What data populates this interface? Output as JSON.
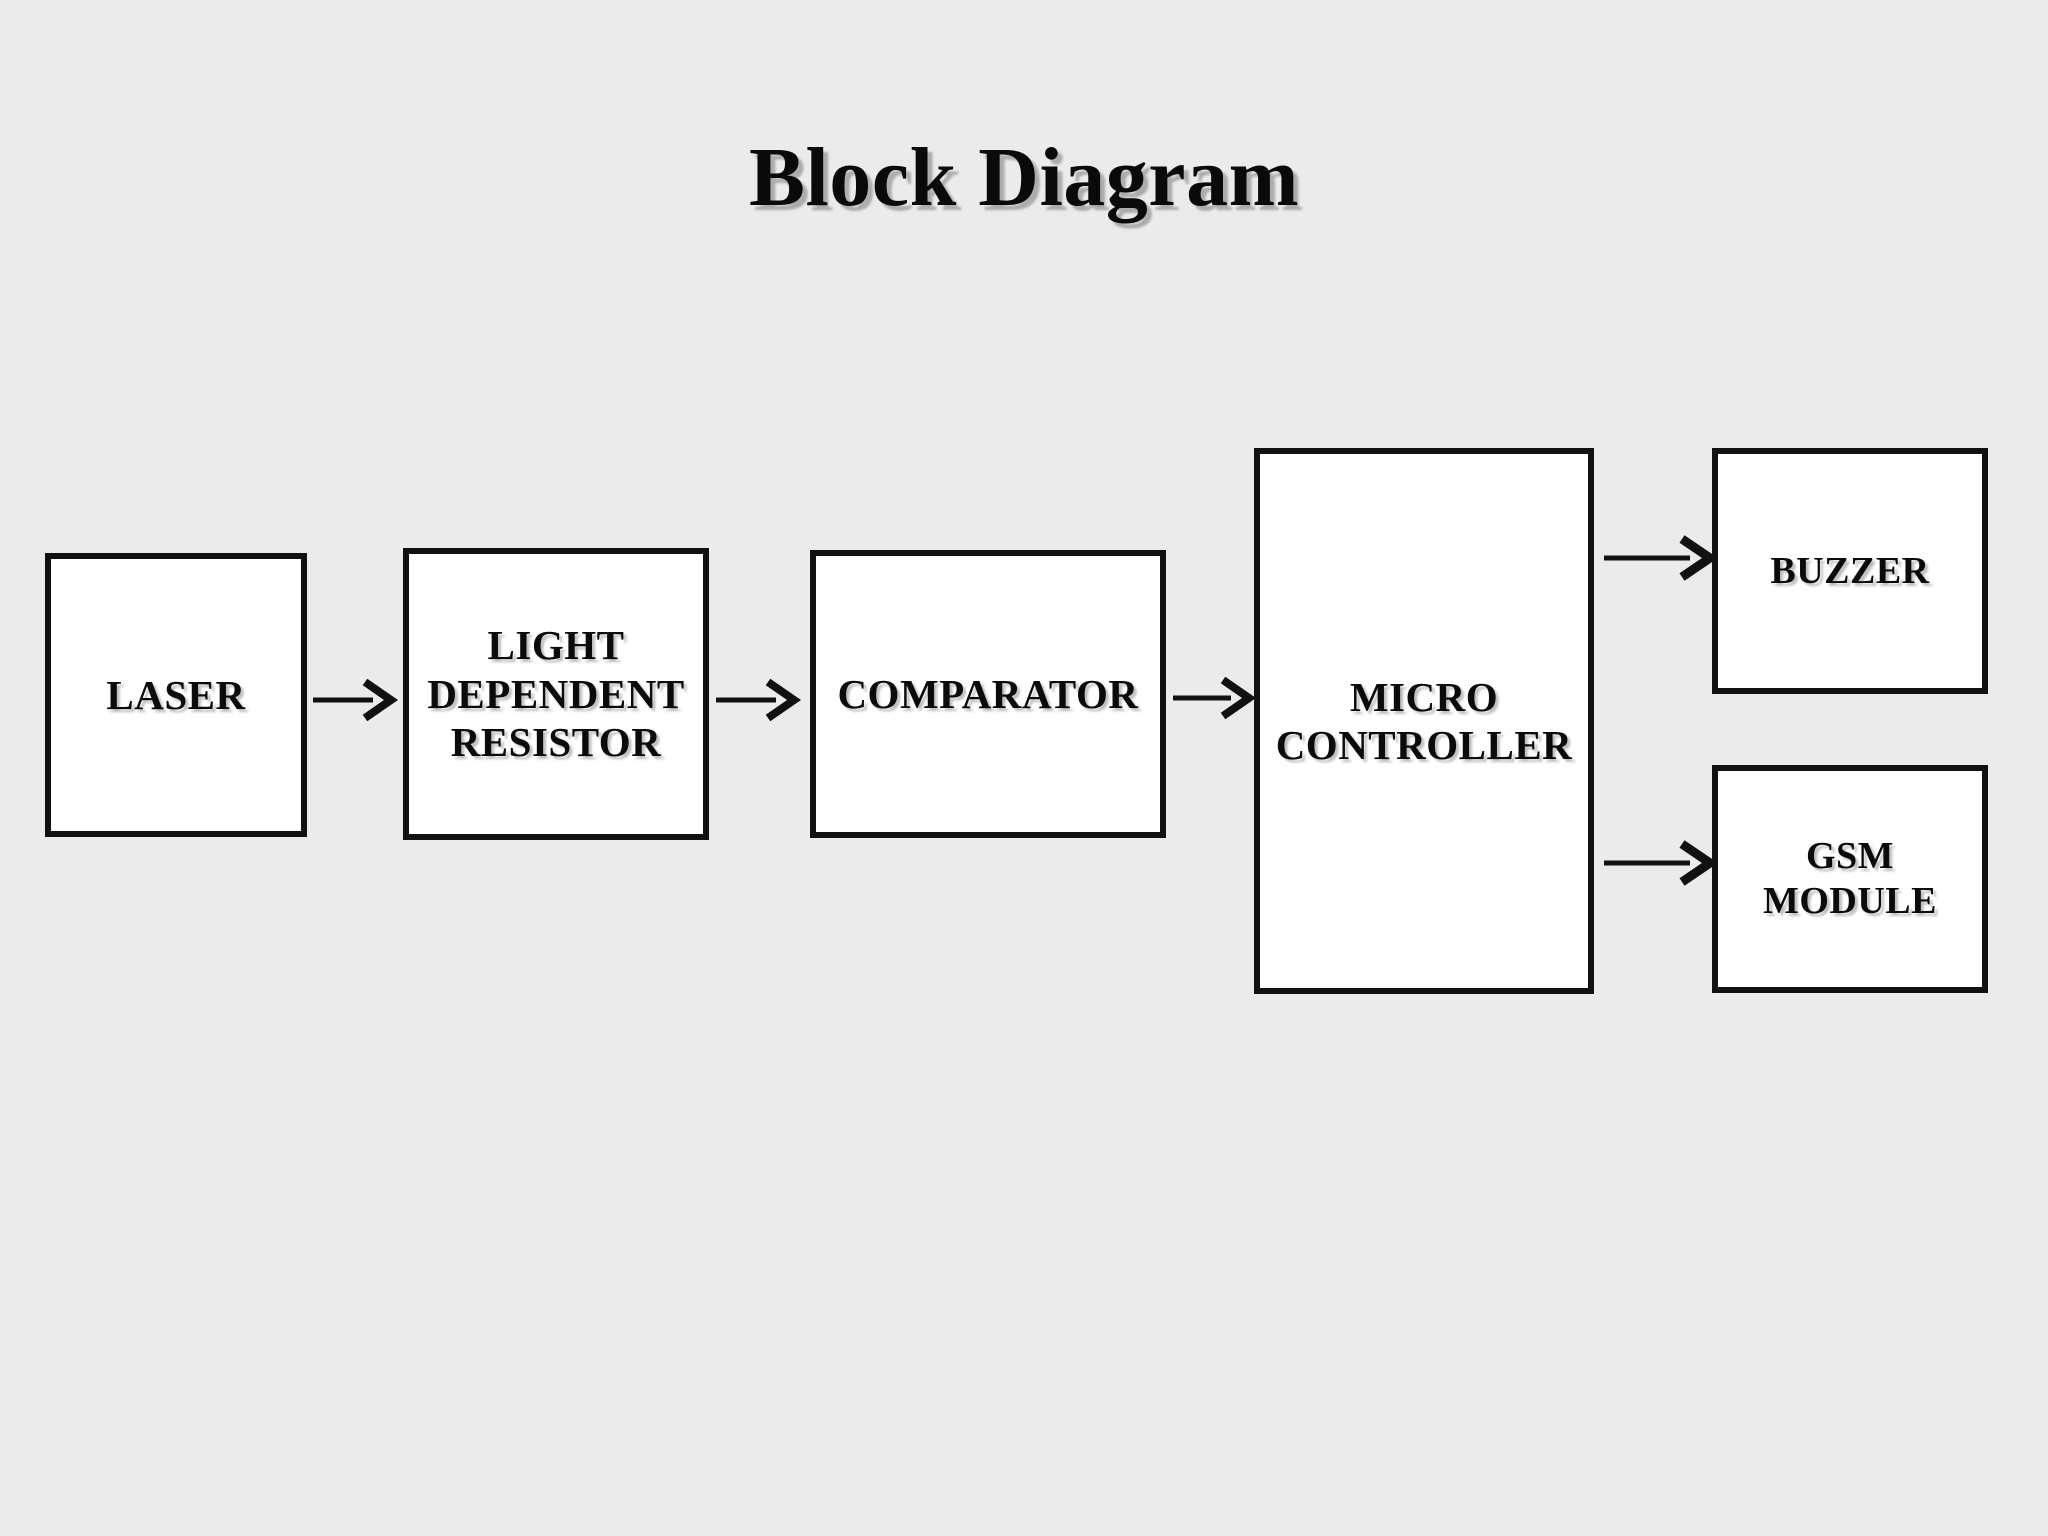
{
  "page": {
    "title": "Block Diagram",
    "background_color": "#ebebeb",
    "block_fill_color": "#ffffff",
    "block_border_color": "#111111",
    "text_color": "#0b0b0b"
  },
  "diagram": {
    "type": "block-diagram",
    "orientation": "left-to-right",
    "blocks": [
      {
        "id": "laser",
        "label": "LASER"
      },
      {
        "id": "ldr",
        "label": "LIGHT\nDEPENDENT\nRESISTOR"
      },
      {
        "id": "comparator",
        "label": "COMPARATOR"
      },
      {
        "id": "mcu",
        "label": "MICRO\nCONTROLLER"
      },
      {
        "id": "buzzer",
        "label": "BUZZER"
      },
      {
        "id": "gsm",
        "label": "GSM\nMODULE"
      }
    ],
    "connections": [
      {
        "id": "laser-ldr",
        "from": "laser",
        "to": "ldr",
        "style": "arrow-right"
      },
      {
        "id": "ldr-comparator",
        "from": "ldr",
        "to": "comparator",
        "style": "arrow-right"
      },
      {
        "id": "comparator-mcu",
        "from": "comparator",
        "to": "mcu",
        "style": "arrow-right"
      },
      {
        "id": "mcu-buzzer",
        "from": "mcu",
        "to": "buzzer",
        "style": "arrow-right"
      },
      {
        "id": "mcu-gsm",
        "from": "mcu",
        "to": "gsm",
        "style": "arrow-right"
      }
    ]
  }
}
